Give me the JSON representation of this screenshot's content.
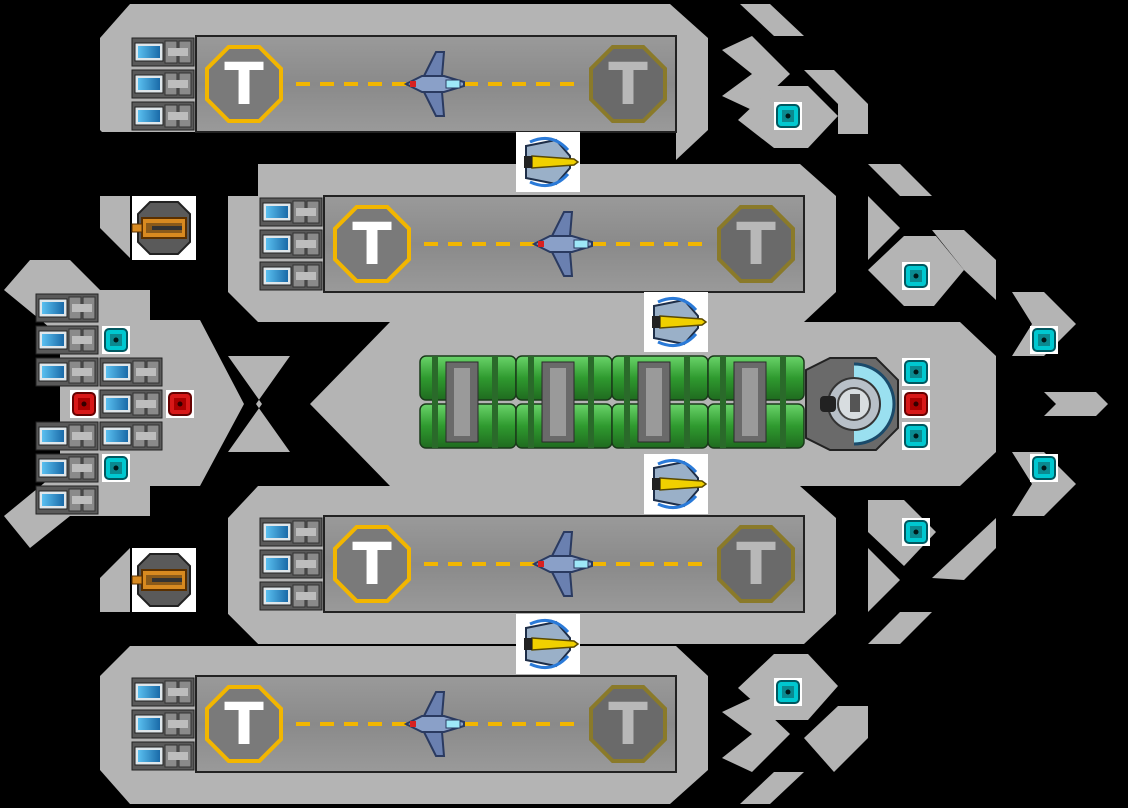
{
  "ship": {
    "hull_color": "#b4b4b4",
    "deck_color": "#8e8e8e",
    "background": "#000000"
  },
  "hangars": [
    {
      "id": "hangar-1",
      "pad_label_start": "T",
      "pad_label_end": "T"
    },
    {
      "id": "hangar-2",
      "pad_label_start": "T",
      "pad_label_end": "T"
    },
    {
      "id": "hangar-3",
      "pad_label_start": "T",
      "pad_label_end": "T"
    },
    {
      "id": "hangar-4",
      "pad_label_start": "T",
      "pad_label_end": "T"
    }
  ],
  "colors": {
    "pad_active": "#f2b600",
    "pad_inactive": "#8a7a2a",
    "runway_stripe": "#f2b600",
    "shield_cyan": "#00c8d0",
    "alert_red": "#d81818",
    "fuel_green": "#3aa83a",
    "battery_blue": "#2a9ad8",
    "turret_orange": "#d88a20",
    "missile_yellow": "#f0d000"
  },
  "icons": {
    "fighter": "fighter-icon",
    "interceptor": "interceptor-icon",
    "turret": "turret-icon",
    "shield_node": "shield-node-icon",
    "alert_node": "alert-node-icon",
    "battery": "battery-icon",
    "fuel_tank": "fuel-tank-icon",
    "cockpit": "cockpit-icon"
  }
}
